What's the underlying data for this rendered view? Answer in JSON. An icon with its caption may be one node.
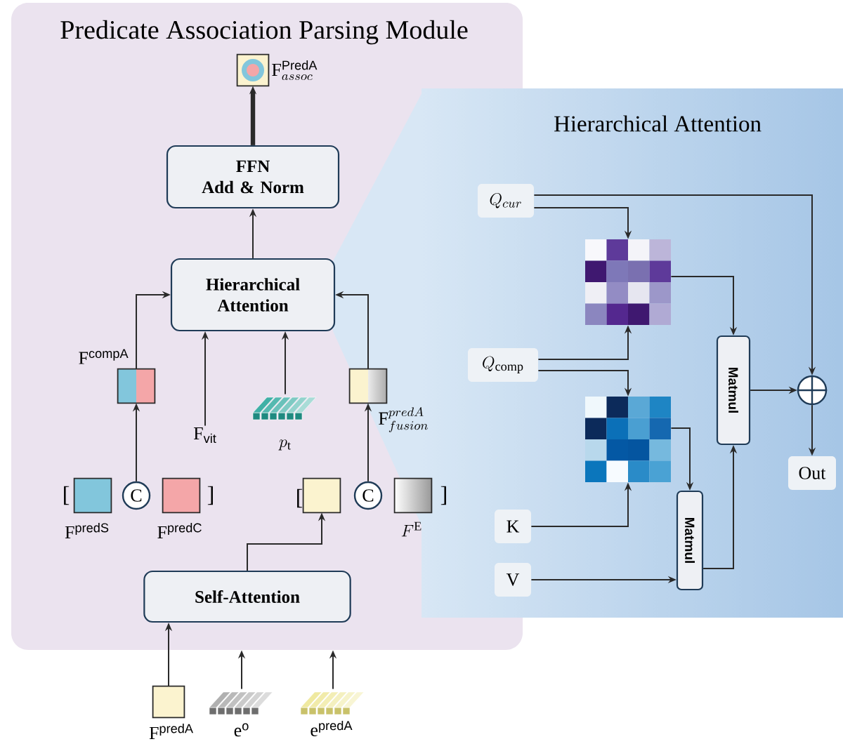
{
  "diagram": {
    "nodes": [
      {
        "text": [
          "Predicate Association Parsing Module"
        ]
      },
      {
        "text": [
          "Hierarchical Attention"
        ]
      },
      {
        "text": [],
        "shape": "box",
        "in": 0,
        "beside": [
          "\\mathrm{F}^{\\mathsf{PredA}}_{assoc}"
        ]
      },
      {
        "text": [
          "FFN",
          "Add & Norm"
        ],
        "in": 0
      },
      {
        "text": [
          "Hierarchical Attention"
        ],
        "in": 0
      },
      {
        "text": [],
        "shape": "box",
        "in": 0,
        "beside": [
          "\\mathrm{F}^{\\mathsf{compA}}"
        ]
      },
      {
        "text": [
          "\\mathrm{F}_{\\mathsf{vit}}"
        ],
        "in": 0
      },
      {
        "text": [],
        "shape": "bar",
        "in": 0,
        "beside": [
          "p_{\\mathrm{t}}"
        ]
      },
      {
        "text": [],
        "shape": "box",
        "in": 0,
        "beside": [
          "\\mathrm{F}^{predA}_{fusion}"
        ]
      },
      {
        "text": [],
        "shape": "box",
        "in": 0,
        "beside": [
          "\\mathrm{F}^{\\mathsf{predS}}"
        ]
      },
      {
        "text": [
          "C"
        ],
        "in": 0
      },
      {
        "text": [],
        "shape": "box",
        "in": 0,
        "beside": [
          "\\mathrm{F}^{\\mathsf{predC}}"
        ]
      },
      {
        "text": [],
        "shape": "box",
        "in": 0
      },
      {
        "text": [
          "C"
        ],
        "in": 0
      },
      {
        "text": [],
        "shape": "box",
        "in": 0,
        "beside": [
          "F^{\\mathrm{E}}"
        ]
      },
      {
        "text": [
          "Self-Attention"
        ],
        "in": 0
      },
      {
        "text": [],
        "shape": "box",
        "beside": [
          "\\mathrm{F}^{\\mathsf{predA}}"
        ]
      },
      {
        "text": [],
        "shape": "bar",
        "beside": [
          "\\mathrm{e}^{\\mathsf{o}}"
        ]
      },
      {
        "text": [],
        "shape": "bar",
        "beside": [
          "\\mathrm{e}^{\\mathsf{predA}}"
        ]
      },
      {
        "text": [
          "Q_{cur}"
        ],
        "in": 1
      },
      {
        "text": [],
        "shape": "box",
        "in": 1
      },
      {
        "text": [
          "Q_{\\mathrm{comp}}"
        ],
        "in": 1
      },
      {
        "text": [],
        "shape": "box",
        "in": 1
      },
      {
        "text": [
          "K"
        ],
        "in": 1
      },
      {
        "text": [
          "V"
        ],
        "in": 1
      },
      {
        "text": [
          "Matmul"
        ],
        "in": 1
      },
      {
        "text": [
          "Matmul"
        ],
        "in": 1
      },
      {
        "text": [],
        "shape": "circle",
        "in": 1
      },
      {
        "text": [
          "Out"
        ],
        "in": 1
      }
    ],
    "edges": [
      {
        "from": 3,
        "to": 2,
        "arrow": "to",
        "style": "thick"
      },
      {
        "from": 4,
        "to": 3,
        "arrow": "to"
      },
      {
        "from": 5,
        "to": 4,
        "arrow": "to"
      },
      {
        "from": 6,
        "to": 4,
        "arrow": "to"
      },
      {
        "from": 7,
        "to": 4,
        "arrow": "to"
      },
      {
        "from": 8,
        "to": 4,
        "arrow": "to"
      },
      {
        "from": 10,
        "to": 5,
        "arrow": "to"
      },
      {
        "from": 13,
        "to": 8,
        "arrow": "to"
      },
      {
        "from": 15,
        "to": 12,
        "arrow": "to"
      },
      {
        "from": 16,
        "to": 15,
        "arrow": "to"
      },
      {
        "from": 17,
        "to": 0,
        "arrow": "to"
      },
      {
        "from": 18,
        "to": 0,
        "arrow": "to"
      },
      {
        "from": 19,
        "to": 27,
        "arrow": "to"
      },
      {
        "from": 19,
        "to": 20,
        "arrow": "to"
      },
      {
        "from": 21,
        "to": 20,
        "arrow": "to"
      },
      {
        "from": 21,
        "to": 22,
        "arrow": "to"
      },
      {
        "from": 23,
        "to": 22,
        "arrow": "to"
      },
      {
        "from": 20,
        "to": 25,
        "arrow": "to"
      },
      {
        "from": 22,
        "to": 26,
        "arrow": "to"
      },
      {
        "from": 24,
        "to": 26,
        "arrow": "to"
      },
      {
        "from": 26,
        "to": 25,
        "arrow": "to"
      },
      {
        "from": 25,
        "to": 27,
        "arrow": "to"
      },
      {
        "from": 27,
        "to": 28,
        "arrow": "to"
      }
    ],
    "labels": [
      "[",
      "]",
      "[",
      "]"
    ]
  }
}
